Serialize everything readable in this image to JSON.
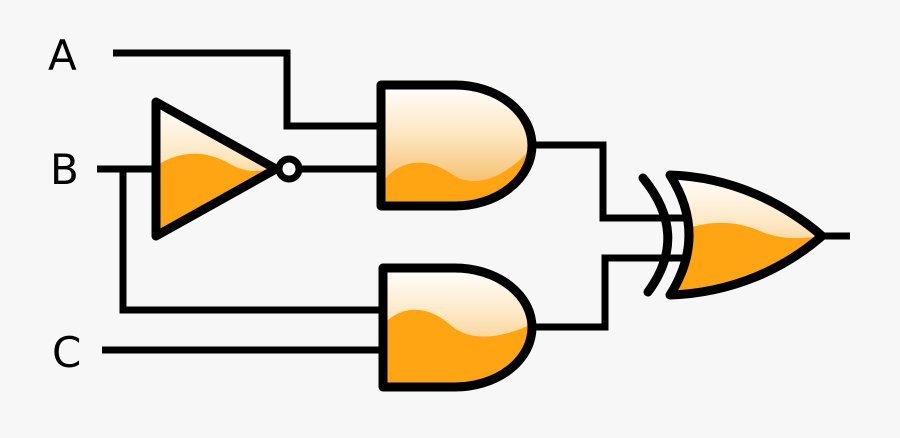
{
  "diagram": {
    "type": "logic-circuit",
    "inputs": [
      {
        "label": "A"
      },
      {
        "label": "B"
      },
      {
        "label": "C"
      }
    ],
    "gates": [
      {
        "id": "not1",
        "type": "NOT",
        "input": "B"
      },
      {
        "id": "and1",
        "type": "AND",
        "inputs": [
          "A",
          "NOT B"
        ]
      },
      {
        "id": "and2",
        "type": "AND",
        "inputs": [
          "B",
          "C"
        ]
      },
      {
        "id": "xor1",
        "type": "XOR",
        "inputs": [
          "and1 output",
          "and2 output"
        ]
      }
    ],
    "output": "xor1 output"
  },
  "colors": {
    "background": "#f7f7f7",
    "line": "#000000",
    "fill_orange": "#ffa413",
    "gradient_top": "#ffffff",
    "gradient_mid": "#fde7c3",
    "gradient_bottom": "#f2ae4a",
    "bubble_fill": "#ffffff"
  }
}
